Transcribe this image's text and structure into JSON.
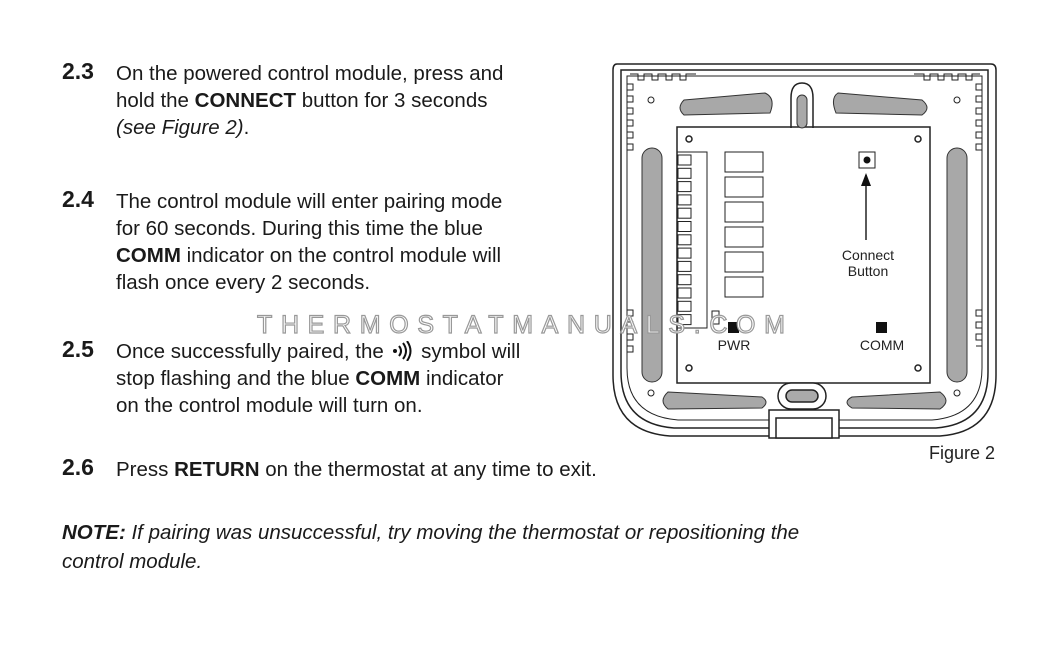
{
  "steps": [
    {
      "num": "2.3",
      "lines": [
        [
          "On the powered control module, press and"
        ],
        [
          "hold the ",
          "CONNECT",
          " button for 3 seconds"
        ],
        [
          "(see Figure 2)",
          "."
        ]
      ]
    },
    {
      "num": "2.4",
      "lines": [
        [
          "The control module will enter pairing mode"
        ],
        [
          "for 60 seconds. During this time the blue"
        ],
        [
          "COMM",
          " indicator on the control module will"
        ],
        [
          "flash once every 2 seconds."
        ]
      ]
    },
    {
      "num": "2.5",
      "lines": [
        [
          "Once successfully paired, the ",
          "symbol will"
        ],
        [
          "stop flashing and the blue ",
          "COMM",
          " indicator"
        ],
        [
          "on the control module will turn on."
        ]
      ]
    },
    {
      "num": "2.6",
      "lines": [
        [
          "Press ",
          "RETURN",
          " on the thermostat at any time to exit."
        ]
      ]
    }
  ],
  "note": {
    "label": "NOTE:",
    "line1": " If pairing was unsuccessful, try moving the thermostat or repositioning the",
    "line2": "control module."
  },
  "figure": {
    "caption": "Figure 2",
    "connect1": "Connect",
    "connect2": "Button",
    "pwr": "PWR",
    "comm": "COMM"
  },
  "watermark": "THERMOSTATMANUALS.COM",
  "icons": {
    "wireless": "wireless-signal-icon"
  }
}
